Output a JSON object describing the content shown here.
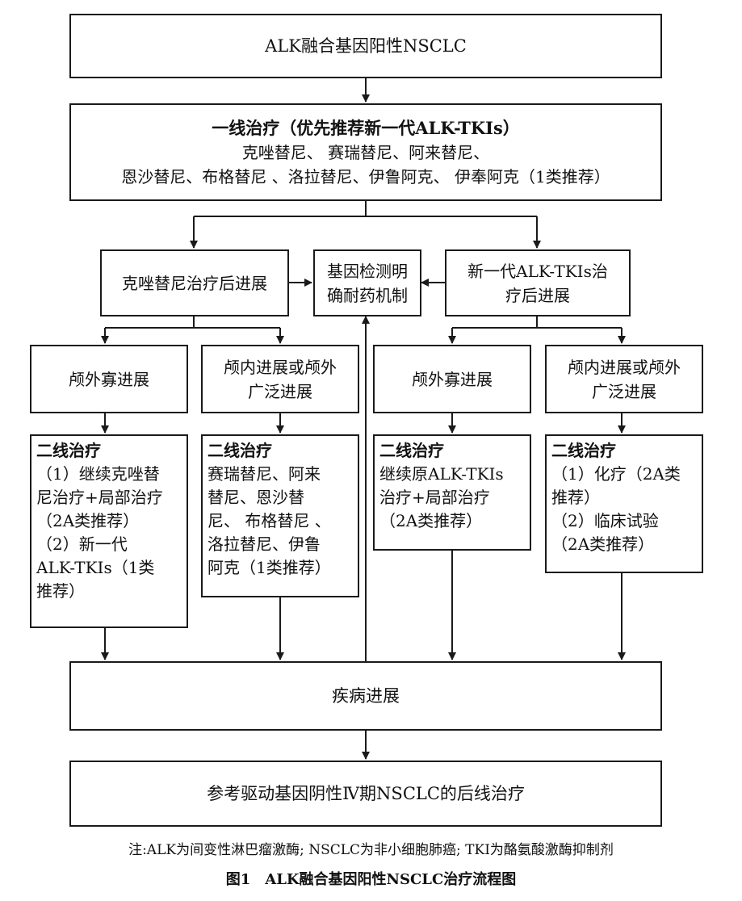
{
  "boxes": {
    "top": "ALK融合基因阳性NSCLC",
    "first_line": {
      "title": "一线治疗（优先推荐新一代ALK-TKIs）",
      "line2": "克唑替尼、 赛瑞替尼、阿来替尼、",
      "line3": "恩沙替尼、布格替尼 、洛拉替尼、伊鲁阿克、 伊奉阿克（1类推荐）"
    },
    "crizotinib_progress": "克唑替尼治疗后进展",
    "gene_test": {
      "line1": "基因检测明",
      "line2": "确耐药机制"
    },
    "newgen_progress": {
      "line1": "新一代ALK-TKIs治",
      "line2": "疗后进展"
    },
    "extracranial_oligo_1": "颅外寡进展",
    "intracranial_1": {
      "line1": "颅内进展或颅外",
      "line2": "广泛进展"
    },
    "extracranial_oligo_2": "颅外寡进展",
    "intracranial_2": {
      "line1": "颅内进展或颅外",
      "line2": "广泛进展"
    },
    "second_line_1": {
      "title": "二线治疗",
      "lines": [
        "（1）继续克唑替",
        "尼治疗+局部治疗",
        "（2A类推荐）",
        "（2）新一代",
        "ALK-TKIs（1类",
        "推荐）"
      ]
    },
    "second_line_2": {
      "title": "二线治疗",
      "lines": [
        "赛瑞替尼、阿来",
        "替尼、恩沙替",
        "尼、 布格替尼 、",
        "洛拉替尼、伊鲁",
        "阿克（1类推荐）"
      ]
    },
    "second_line_3": {
      "title": "二线治疗",
      "lines": [
        "继续原ALK-TKIs",
        "治疗+局部治疗",
        "（2A类推荐）"
      ]
    },
    "second_line_4": {
      "title": "二线治疗",
      "lines": [
        "（1）化疗（2A类",
        "推荐）",
        "（2）临床试验",
        "（2A类推荐）"
      ]
    },
    "disease_progress": "疾病进展",
    "later_line": "参考驱动基因阴性Ⅳ期NSCLC的后线治疗"
  },
  "note": "注:ALK为间变性淋巴瘤激酶; NSCLC为非小细胞肺癌; TKI为酪氨酸激酶抑制剂",
  "caption": "图1　ALK融合基因阳性NSCLC治疗流程图"
}
